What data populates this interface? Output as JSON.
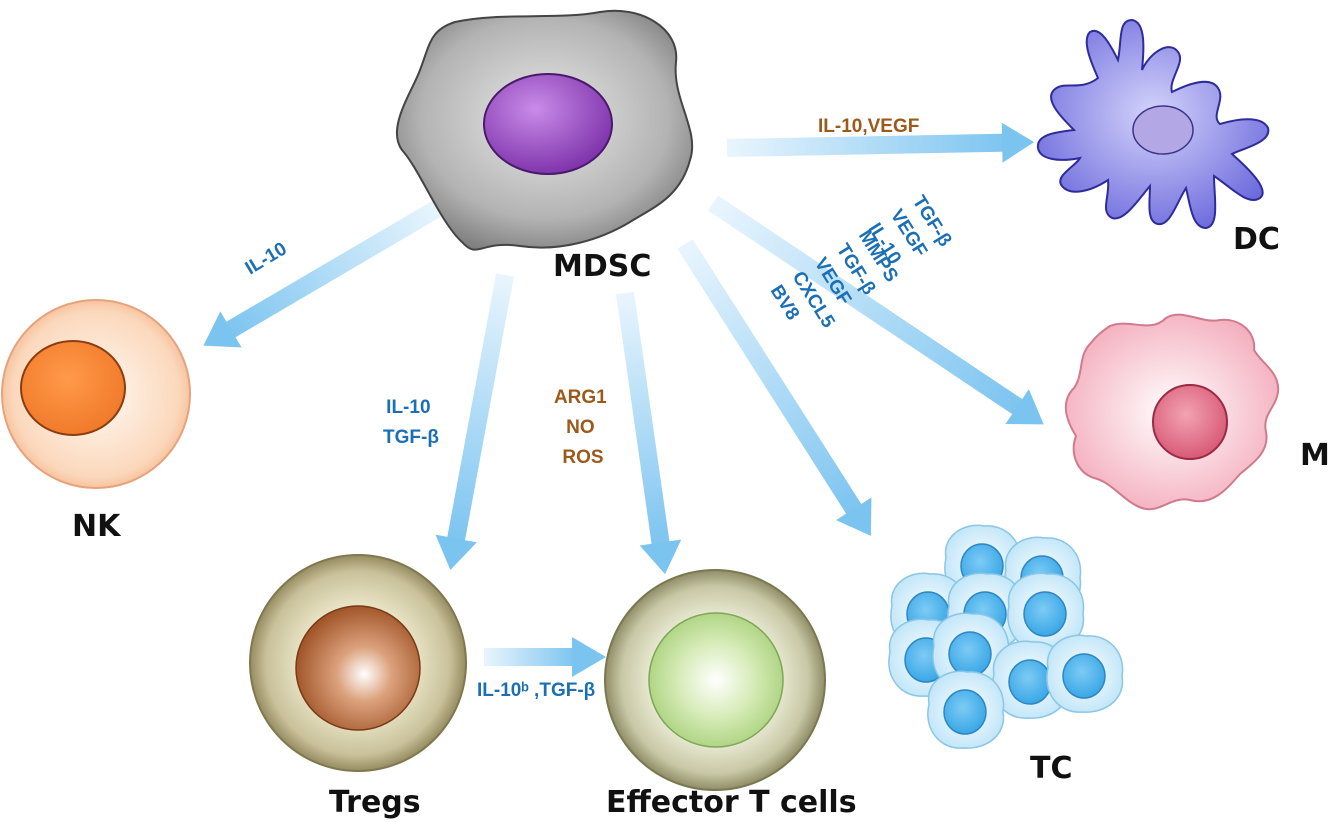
{
  "cells": {
    "mdsc": "MDSC",
    "dc": "DC",
    "nk": "NK",
    "m": "M",
    "tregs": "Tregs",
    "effector": "Effector T cells",
    "tc": "TC"
  },
  "mediators": {
    "to_dc": [
      "IL-10,VEGF"
    ],
    "to_nk": [
      "IL-10"
    ],
    "to_tregs": [
      "IL-10",
      "TGF-β"
    ],
    "to_effector": [
      "ARG1",
      "NO",
      "ROS"
    ],
    "to_tc": [
      "BV8",
      "CXCL5",
      "VEGF",
      "TGF-β",
      "MMPS"
    ],
    "to_m": [
      "IL-10",
      "VEGF",
      "TGF-β"
    ],
    "tregs_to_effector": [
      "IL-10ᵇ ,TGF-β"
    ]
  },
  "colors": {
    "arrow": "#8fcdf3",
    "mediator_blue": "#1b6fb5",
    "mediator_brown": "#9c5a1a",
    "mdsc_body": "#9a9a9a",
    "mdsc_nucleus": "#9b4fc4",
    "dc_body": "#7a78e0",
    "nk_body": "#f9cfae",
    "nk_nucleus": "#f08a3c",
    "m_body": "#f6b6c3",
    "m_nucleus": "#e06b85",
    "tregs_nucleus": "#b8683a",
    "effector_nucleus": "#b7d98a",
    "tc_nucleus": "#5ab8ef"
  }
}
